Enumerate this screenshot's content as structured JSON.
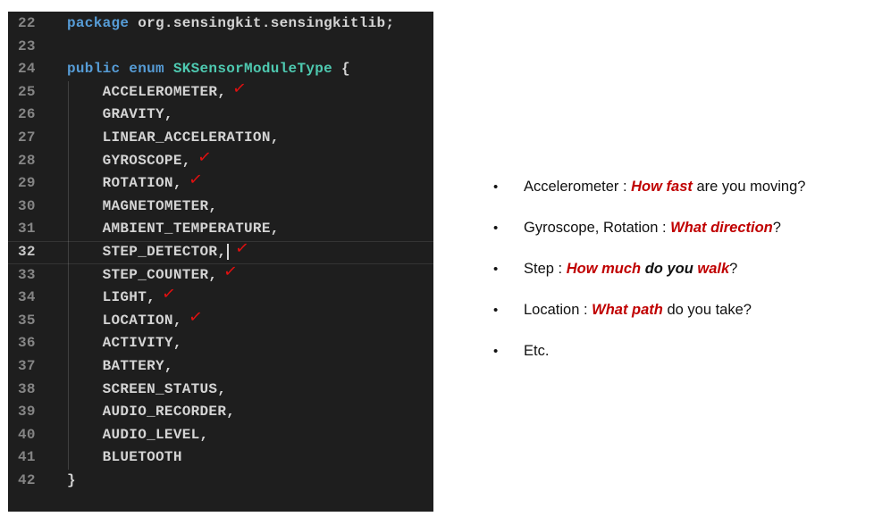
{
  "editor": {
    "background": "#1e1e1e",
    "colors": {
      "keyword": "#569cd6",
      "type": "#4ec9b0",
      "text": "#d4d4d4",
      "line_number": "#858585",
      "active_line_number": "#c6c6c6",
      "check": "#e01010",
      "indent_guide": "#404040",
      "cursor": "#d7d7d7"
    },
    "check_glyph": "✓",
    "lines": [
      {
        "num": "22",
        "tokens": [
          {
            "text": "package",
            "color": "keyword"
          },
          {
            "text": " org.sensingkit.sensingkitlib;",
            "color": "text"
          }
        ]
      },
      {
        "num": "23",
        "tokens": []
      },
      {
        "num": "24",
        "tokens": [
          {
            "text": "public enum ",
            "color": "keyword"
          },
          {
            "text": "SKSensorModuleType",
            "color": "type"
          },
          {
            "text": " {",
            "color": "text"
          }
        ]
      },
      {
        "num": "25",
        "tokens": [
          {
            "text": "    ACCELEROMETER,",
            "color": "text"
          }
        ],
        "check": true
      },
      {
        "num": "26",
        "tokens": [
          {
            "text": "    GRAVITY,",
            "color": "text"
          }
        ]
      },
      {
        "num": "27",
        "tokens": [
          {
            "text": "    LINEAR_ACCELERATION,",
            "color": "text"
          }
        ]
      },
      {
        "num": "28",
        "tokens": [
          {
            "text": "    GYROSCOPE,",
            "color": "text"
          }
        ],
        "check": true
      },
      {
        "num": "29",
        "tokens": [
          {
            "text": "    ROTATION,",
            "color": "text"
          }
        ],
        "check": true
      },
      {
        "num": "30",
        "tokens": [
          {
            "text": "    MAGNETOMETER,",
            "color": "text"
          }
        ]
      },
      {
        "num": "31",
        "tokens": [
          {
            "text": "    AMBIENT_TEMPERATURE,",
            "color": "text"
          }
        ]
      },
      {
        "num": "32",
        "tokens": [
          {
            "text": "    STEP_DETECTOR,",
            "color": "text"
          }
        ],
        "check": true,
        "cursor": true,
        "active": true
      },
      {
        "num": "33",
        "tokens": [
          {
            "text": "    STEP_COUNTER,",
            "color": "text"
          }
        ],
        "check": true
      },
      {
        "num": "34",
        "tokens": [
          {
            "text": "    LIGHT,",
            "color": "text"
          }
        ],
        "check": true
      },
      {
        "num": "35",
        "tokens": [
          {
            "text": "    LOCATION,",
            "color": "text"
          }
        ],
        "check": true
      },
      {
        "num": "36",
        "tokens": [
          {
            "text": "    ACTIVITY,",
            "color": "text"
          }
        ]
      },
      {
        "num": "37",
        "tokens": [
          {
            "text": "    BATTERY,",
            "color": "text"
          }
        ]
      },
      {
        "num": "38",
        "tokens": [
          {
            "text": "    SCREEN_STATUS,",
            "color": "text"
          }
        ]
      },
      {
        "num": "39",
        "tokens": [
          {
            "text": "    AUDIO_RECORDER,",
            "color": "text"
          }
        ]
      },
      {
        "num": "40",
        "tokens": [
          {
            "text": "    AUDIO_LEVEL,",
            "color": "text"
          }
        ]
      },
      {
        "num": "41",
        "tokens": [
          {
            "text": "    BLUETOOTH",
            "color": "text"
          }
        ]
      },
      {
        "num": "42",
        "tokens": [
          {
            "text": "}",
            "color": "text"
          }
        ]
      }
    ]
  },
  "notes": {
    "text_color": "#111111",
    "accent_color": "#c00000",
    "bullet_char": "•",
    "bullets": [
      {
        "segments": [
          {
            "text": "Accelerometer : ",
            "style": "plain"
          },
          {
            "text": "How fast",
            "style": "em-red"
          },
          {
            "text": " are you moving?",
            "style": "plain"
          }
        ]
      },
      {
        "segments": [
          {
            "text": "Gyroscope, Rotation : ",
            "style": "plain"
          },
          {
            "text": "What direction",
            "style": "em-red"
          },
          {
            "text": "?",
            "style": "plain"
          }
        ]
      },
      {
        "segments": [
          {
            "text": "Step : ",
            "style": "plain"
          },
          {
            "text": "How much",
            "style": "em-red"
          },
          {
            "text": " do you ",
            "style": "em-black"
          },
          {
            "text": "walk",
            "style": "em-red"
          },
          {
            "text": "?",
            "style": "plain"
          }
        ]
      },
      {
        "segments": [
          {
            "text": "Location : ",
            "style": "plain"
          },
          {
            "text": "What path",
            "style": "em-red"
          },
          {
            "text": " do you take?",
            "style": "plain"
          }
        ]
      },
      {
        "segments": [
          {
            "text": "Etc.",
            "style": "plain"
          }
        ]
      }
    ]
  }
}
